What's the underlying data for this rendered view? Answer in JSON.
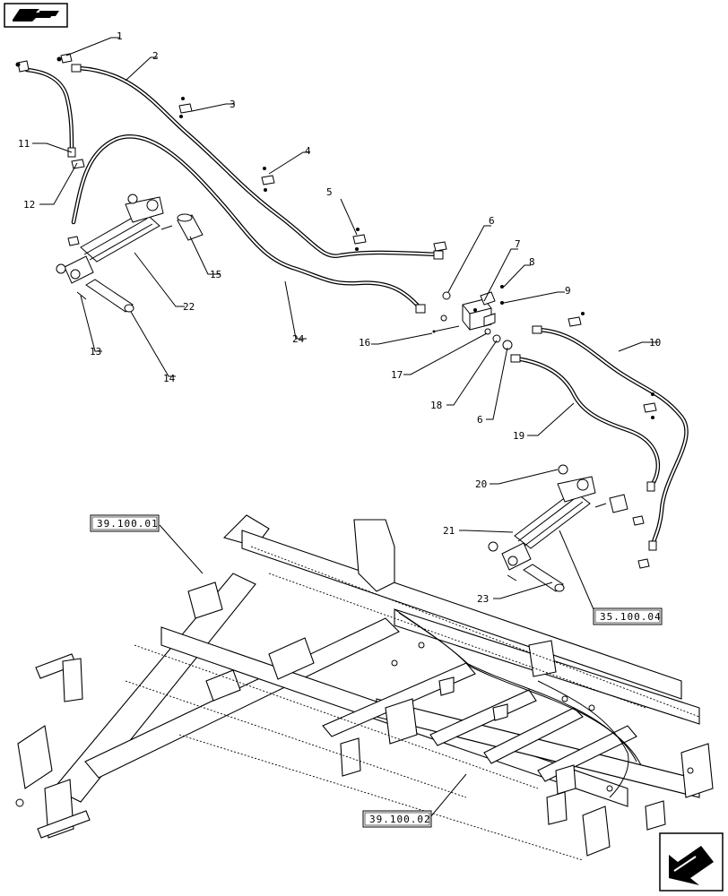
{
  "callouts": [
    {
      "id": "1",
      "text": "1"
    },
    {
      "id": "2",
      "text": "2"
    },
    {
      "id": "3",
      "text": "3"
    },
    {
      "id": "4",
      "text": "4"
    },
    {
      "id": "5",
      "text": "5"
    },
    {
      "id": "6a",
      "text": "6"
    },
    {
      "id": "6b",
      "text": "6"
    },
    {
      "id": "7",
      "text": "7"
    },
    {
      "id": "8",
      "text": "8"
    },
    {
      "id": "9",
      "text": "9"
    },
    {
      "id": "10",
      "text": "10"
    },
    {
      "id": "11",
      "text": "11"
    },
    {
      "id": "12",
      "text": "12"
    },
    {
      "id": "13",
      "text": "13"
    },
    {
      "id": "14",
      "text": "14"
    },
    {
      "id": "15",
      "text": "15"
    },
    {
      "id": "16",
      "text": "16"
    },
    {
      "id": "17",
      "text": "17"
    },
    {
      "id": "18",
      "text": "18"
    },
    {
      "id": "19",
      "text": "19"
    },
    {
      "id": "20",
      "text": "20"
    },
    {
      "id": "21",
      "text": "21"
    },
    {
      "id": "22",
      "text": "22"
    },
    {
      "id": "23",
      "text": "23"
    },
    {
      "id": "24",
      "text": "24"
    }
  ],
  "references": [
    {
      "id": "ref1",
      "text": "39.100.01"
    },
    {
      "id": "ref2",
      "text": "35.100.04"
    },
    {
      "id": "ref3",
      "text": "39.100.02"
    }
  ],
  "nav": {
    "top_icon": "book-hand-icon",
    "bottom_icon": "arrow-return-icon"
  }
}
